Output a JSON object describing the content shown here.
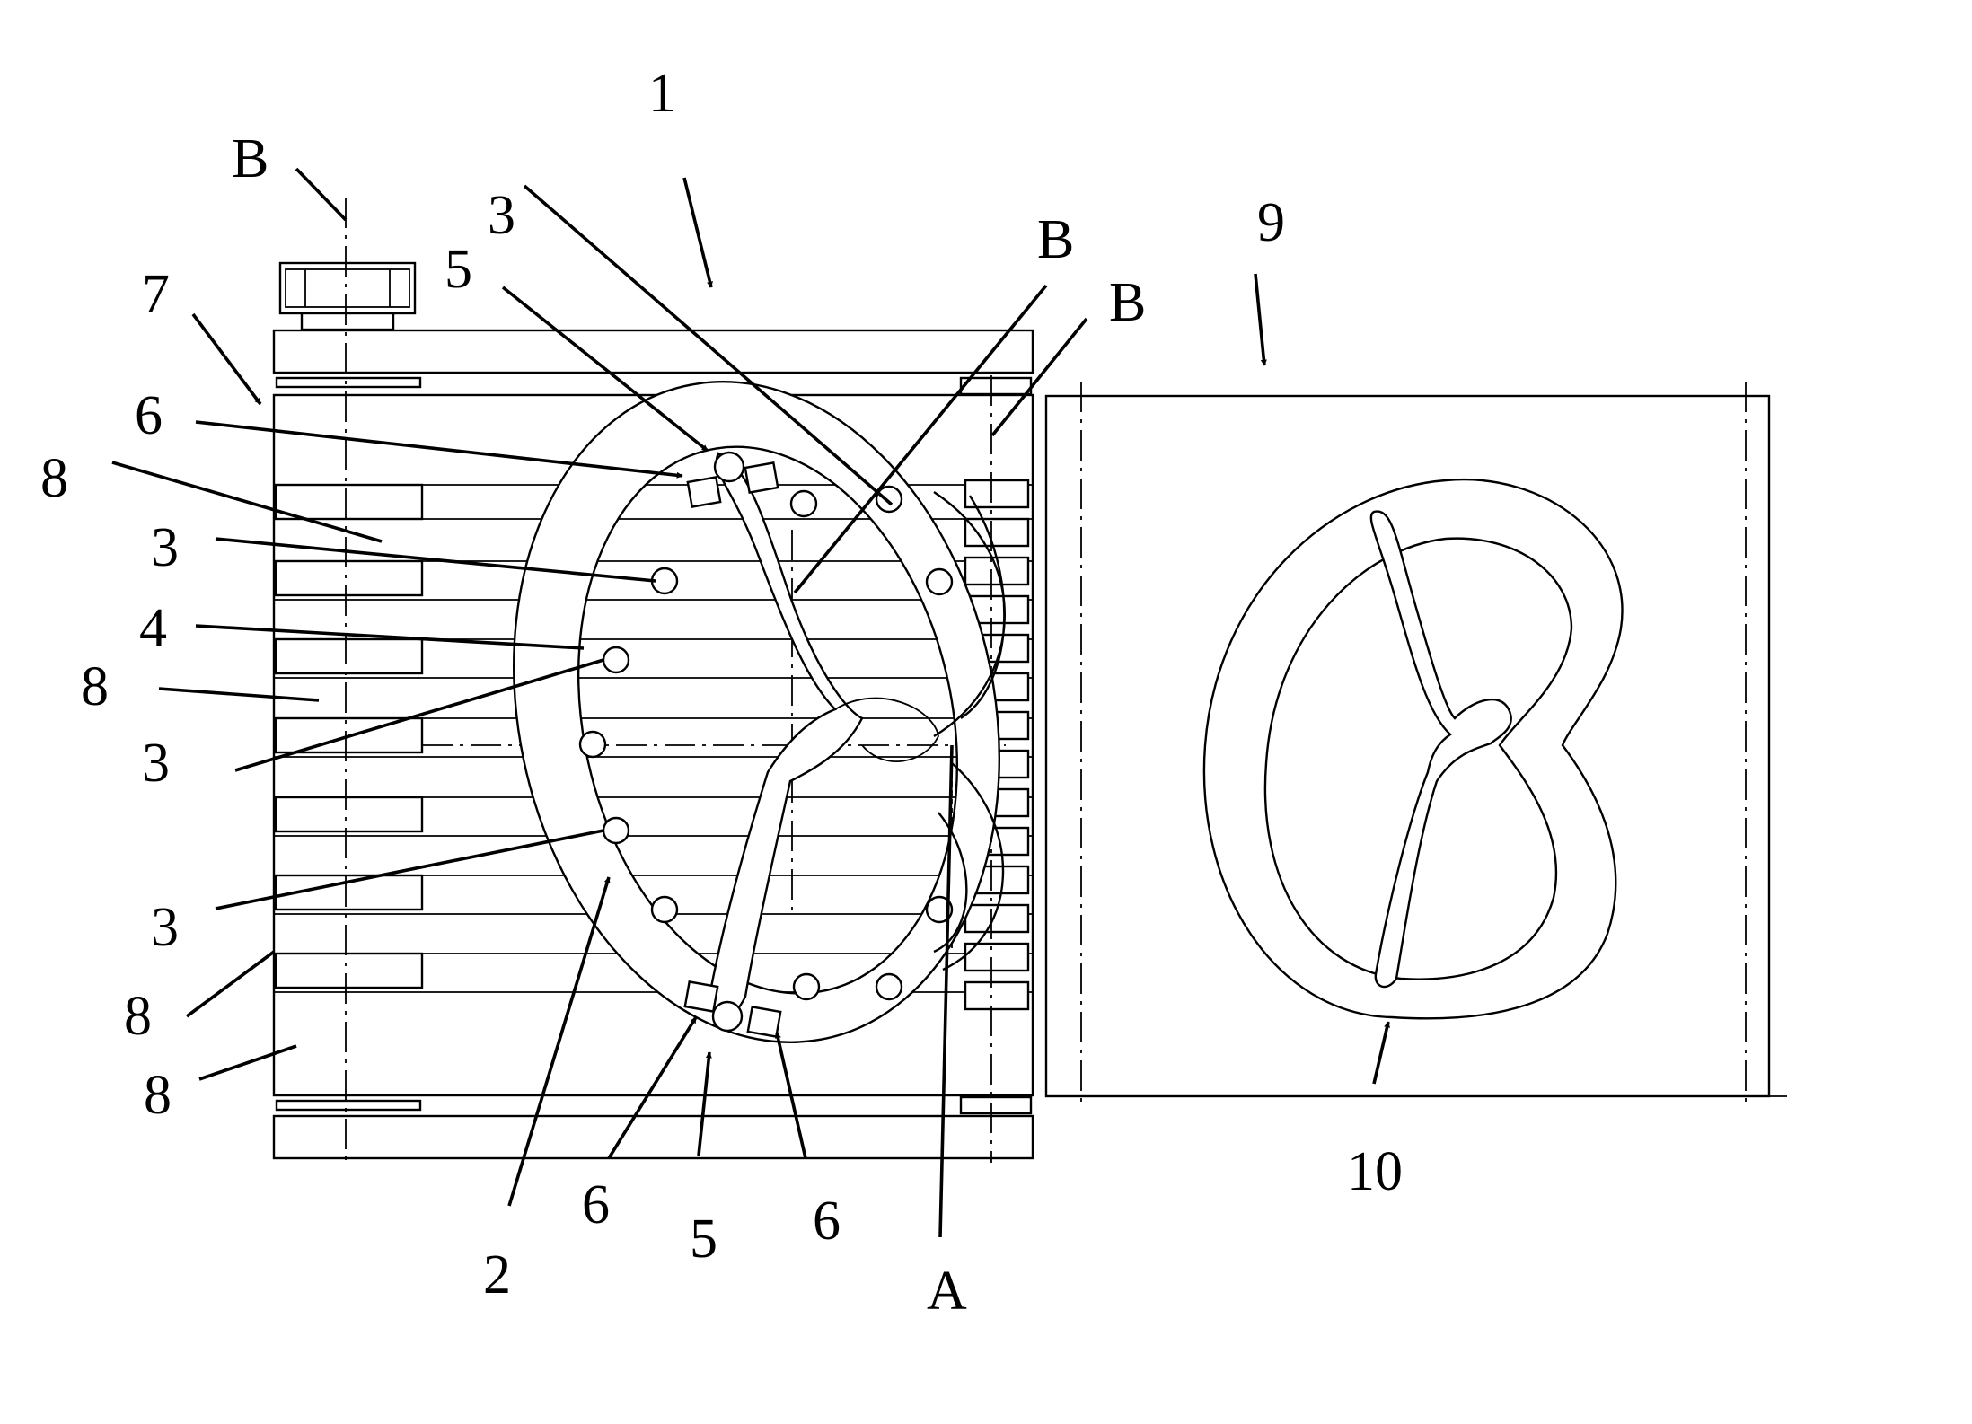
{
  "labels": {
    "fig1": "1",
    "fig9": "9",
    "ref7": "7",
    "b_left": "B",
    "b_mid": "B",
    "b_right": "B",
    "three_top": "3",
    "five_top": "5",
    "six_top": "6",
    "eight_1": "8",
    "three_2": "3",
    "four": "4",
    "eight_2": "8",
    "three_3": "3",
    "three_4": "3",
    "eight_3": "8",
    "eight_4": "8",
    "two": "2",
    "six_bl": "6",
    "five_b": "5",
    "six_br": "6",
    "a": "A",
    "ten": "10"
  },
  "colors": {
    "line": "#000000",
    "background": "#ffffff"
  }
}
